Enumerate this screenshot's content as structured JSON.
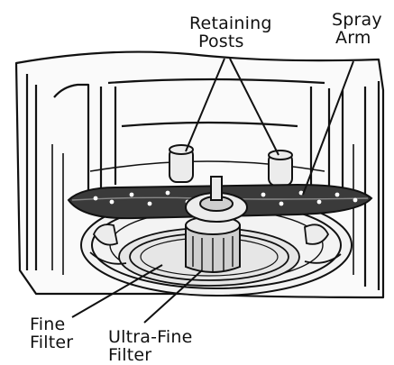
{
  "labels": {
    "retaining_posts": {
      "line1": "Retaining",
      "line2": "Posts"
    },
    "spray_arm": {
      "line1": "Spray",
      "line2": "Arm"
    },
    "fine_filter": {
      "line1": "Fine",
      "line2": "Filter"
    },
    "ultra_fine_filter": {
      "line1": "Ultra-Fine",
      "line2": "Filter"
    }
  },
  "colors": {
    "ink": "#111111",
    "fill_light": "#ececec",
    "fill_mid": "#cfcfcf",
    "arm": "#3a3a3a"
  }
}
